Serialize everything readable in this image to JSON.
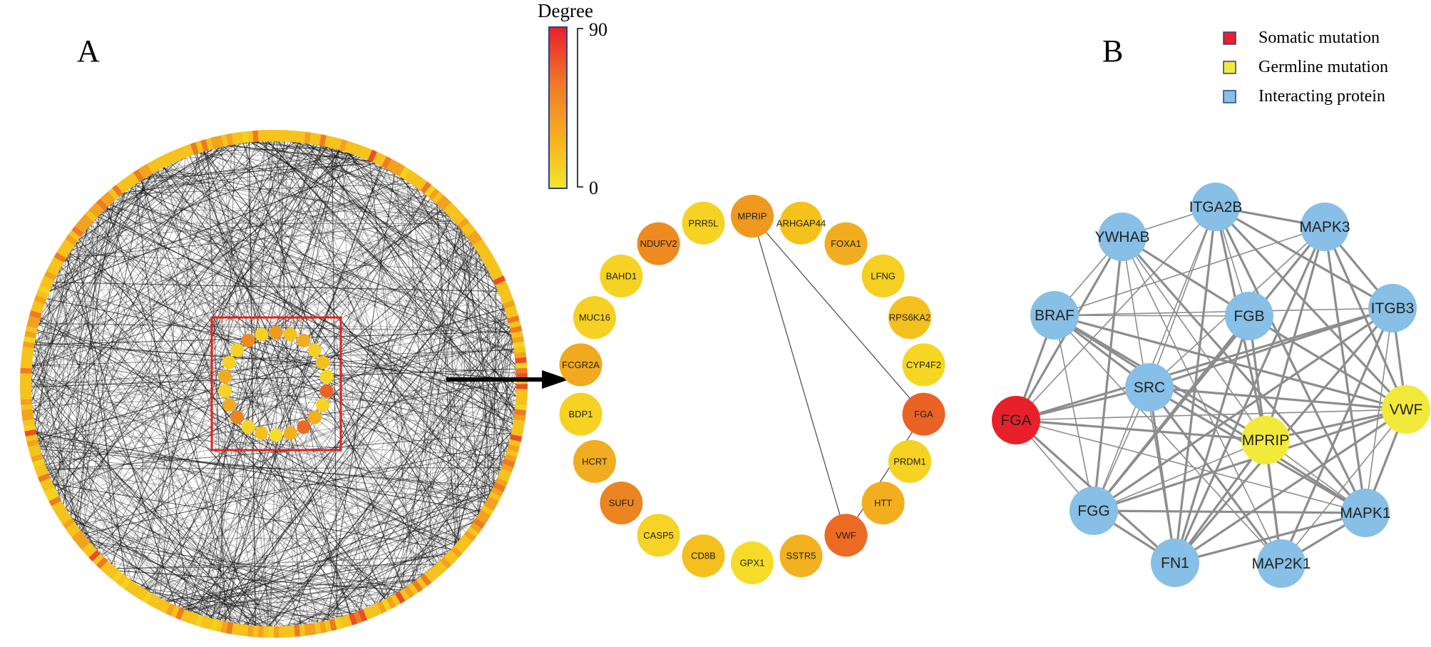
{
  "panels": {
    "a_label": "A",
    "b_label": "B"
  },
  "colorbar": {
    "title": "Degree",
    "max_label": "90",
    "min_label": "0",
    "colors": [
      "#e8202a",
      "#f0792a",
      "#f7b21f",
      "#f2e62b"
    ]
  },
  "panel_a": {
    "ring_colors": [
      "#f6c21c",
      "#f3a21e",
      "#ee7a22",
      "#e94e2a",
      "#f2d41e"
    ],
    "zoom_box_color": "#e2231a",
    "edge_color": "#111111",
    "zoom_ring": {
      "nodes": [
        {
          "label": "MPRIP",
          "color": "#ef9a1e"
        },
        {
          "label": "ARHGAP44",
          "color": "#f5c21c"
        },
        {
          "label": "FOXA1",
          "color": "#f2ad1e"
        },
        {
          "label": "LFNG",
          "color": "#f5cf22"
        },
        {
          "label": "RPS6KA2",
          "color": "#f4c01d"
        },
        {
          "label": "CYP4F2",
          "color": "#f6d623"
        },
        {
          "label": "FGA",
          "color": "#ea6324"
        },
        {
          "label": "PRDM1",
          "color": "#f6d323"
        },
        {
          "label": "HTT",
          "color": "#f2ae1f"
        },
        {
          "label": "VWF",
          "color": "#ec6a22"
        },
        {
          "label": "SSTR5",
          "color": "#f2b11e"
        },
        {
          "label": "GPX1",
          "color": "#f6dc28"
        },
        {
          "label": "CD8B",
          "color": "#f4c01e"
        },
        {
          "label": "CASP5",
          "color": "#f6d325"
        },
        {
          "label": "SUFU",
          "color": "#ec8421"
        },
        {
          "label": "HCRT",
          "color": "#f2ac1f"
        },
        {
          "label": "BDP1",
          "color": "#f6d323"
        },
        {
          "label": "FCGR2A",
          "color": "#f1a91f"
        },
        {
          "label": "MUC16",
          "color": "#f6d123"
        },
        {
          "label": "BAHD1",
          "color": "#f6d323"
        },
        {
          "label": "NDUFV2",
          "color": "#ee8a1f"
        },
        {
          "label": "PRR5L",
          "color": "#f6d323"
        }
      ],
      "edges": [
        [
          "MPRIP",
          "FGA"
        ],
        [
          "MPRIP",
          "VWF"
        ],
        [
          "FGA",
          "VWF"
        ]
      ]
    }
  },
  "panel_b": {
    "legend": [
      {
        "label": "Somatic mutation",
        "color": "#e8202a"
      },
      {
        "label": "Germline mutation",
        "color": "#f1ea3b"
      },
      {
        "label": "Interacting protein",
        "color": "#87bfe6"
      }
    ],
    "edge_color": "#8d8d8d",
    "nodes": [
      {
        "label": "ITGA2B",
        "type": "Interacting protein"
      },
      {
        "label": "MAPK3",
        "type": "Interacting protein"
      },
      {
        "label": "YWHAB",
        "type": "Interacting protein"
      },
      {
        "label": "BRAF",
        "type": "Interacting protein"
      },
      {
        "label": "FGB",
        "type": "Interacting protein"
      },
      {
        "label": "ITGB3",
        "type": "Interacting protein"
      },
      {
        "label": "SRC",
        "type": "Interacting protein"
      },
      {
        "label": "VWF",
        "type": "Germline mutation"
      },
      {
        "label": "FGA",
        "type": "Somatic mutation"
      },
      {
        "label": "MPRIP",
        "type": "Germline mutation"
      },
      {
        "label": "MAPK1",
        "type": "Interacting protein"
      },
      {
        "label": "FGG",
        "type": "Interacting protein"
      },
      {
        "label": "FN1",
        "type": "Interacting protein"
      },
      {
        "label": "MAP2K1",
        "type": "Interacting protein"
      }
    ]
  }
}
